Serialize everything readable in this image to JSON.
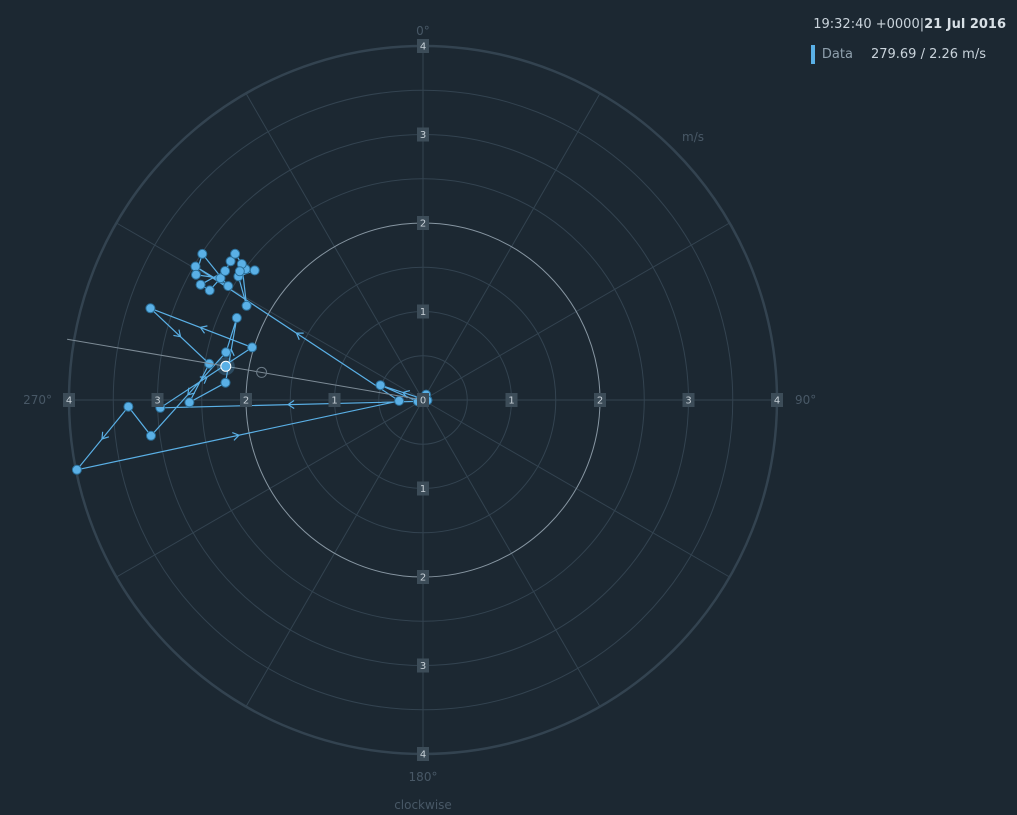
{
  "header": {
    "time": "19:32:40 +0000",
    "separator": "|",
    "date": "21 Jul 2016"
  },
  "legend": {
    "name": "Data",
    "readout": "279.69 / 2.26 m/s",
    "color": "#5ab0e6"
  },
  "chart_data": {
    "type": "scatter",
    "subtype": "polar",
    "title": "",
    "radial_unit": "m/s",
    "angular_direction": "clockwise",
    "angular_labels": [
      "0°",
      "90°",
      "180°",
      "270°"
    ],
    "radial_ticks": [
      "0",
      "1",
      "2",
      "3",
      "4"
    ],
    "rlim": [
      0,
      4
    ],
    "grid": true,
    "series": [
      {
        "color": "#5ab0e6",
        "points": [
          {
            "angle": 90,
            "r": 0.05
          },
          {
            "angle": 30,
            "r": 0.07
          },
          {
            "angle": 95,
            "r": 0.05
          },
          {
            "angle": 289.2,
            "r": 0.51
          },
          {
            "angle": 254.9,
            "r": 0.06
          },
          {
            "angle": 268.3,
            "r": 2.97
          },
          {
            "angle": 287.1,
            "r": 2.02
          },
          {
            "angle": 288.6,
            "r": 3.25
          },
          {
            "angle": 279.6,
            "r": 2.45
          },
          {
            "angle": 269.4,
            "r": 2.64
          },
          {
            "angle": 275.0,
            "r": 2.24
          },
          {
            "angle": 293.8,
            "r": 2.3
          },
          {
            "angle": 283.6,
            "r": 2.29
          },
          {
            "angle": 262.5,
            "r": 3.1
          },
          {
            "angle": 268.7,
            "r": 3.33
          },
          {
            "angle": 258.6,
            "r": 3.99
          },
          {
            "angle": 267.8,
            "r": 0.27
          },
          {
            "angle": 300.4,
            "r": 2.98
          },
          {
            "angle": 300.3,
            "r": 2.55
          },
          {
            "angle": 303.5,
            "r": 2.99
          },
          {
            "angle": 298.9,
            "r": 2.93
          },
          {
            "angle": 301.0,
            "r": 2.67
          },
          {
            "angle": 297.2,
            "r": 2.71
          },
          {
            "angle": 297.4,
            "r": 2.83
          },
          {
            "angle": 303.1,
            "r": 2.67
          },
          {
            "angle": 305.8,
            "r": 2.68
          },
          {
            "angle": 307.9,
            "r": 2.69
          },
          {
            "angle": 306.4,
            "r": 2.49
          },
          {
            "angle": 307.6,
            "r": 2.4
          },
          {
            "angle": 303.8,
            "r": 2.51
          },
          {
            "angle": 298.1,
            "r": 2.26
          },
          {
            "angle": 306.9,
            "r": 2.56
          },
          {
            "angle": 305.1,
            "r": 2.53
          }
        ],
        "highlight": {
          "angle": 279.69,
          "r": 2.26
        }
      }
    ]
  }
}
